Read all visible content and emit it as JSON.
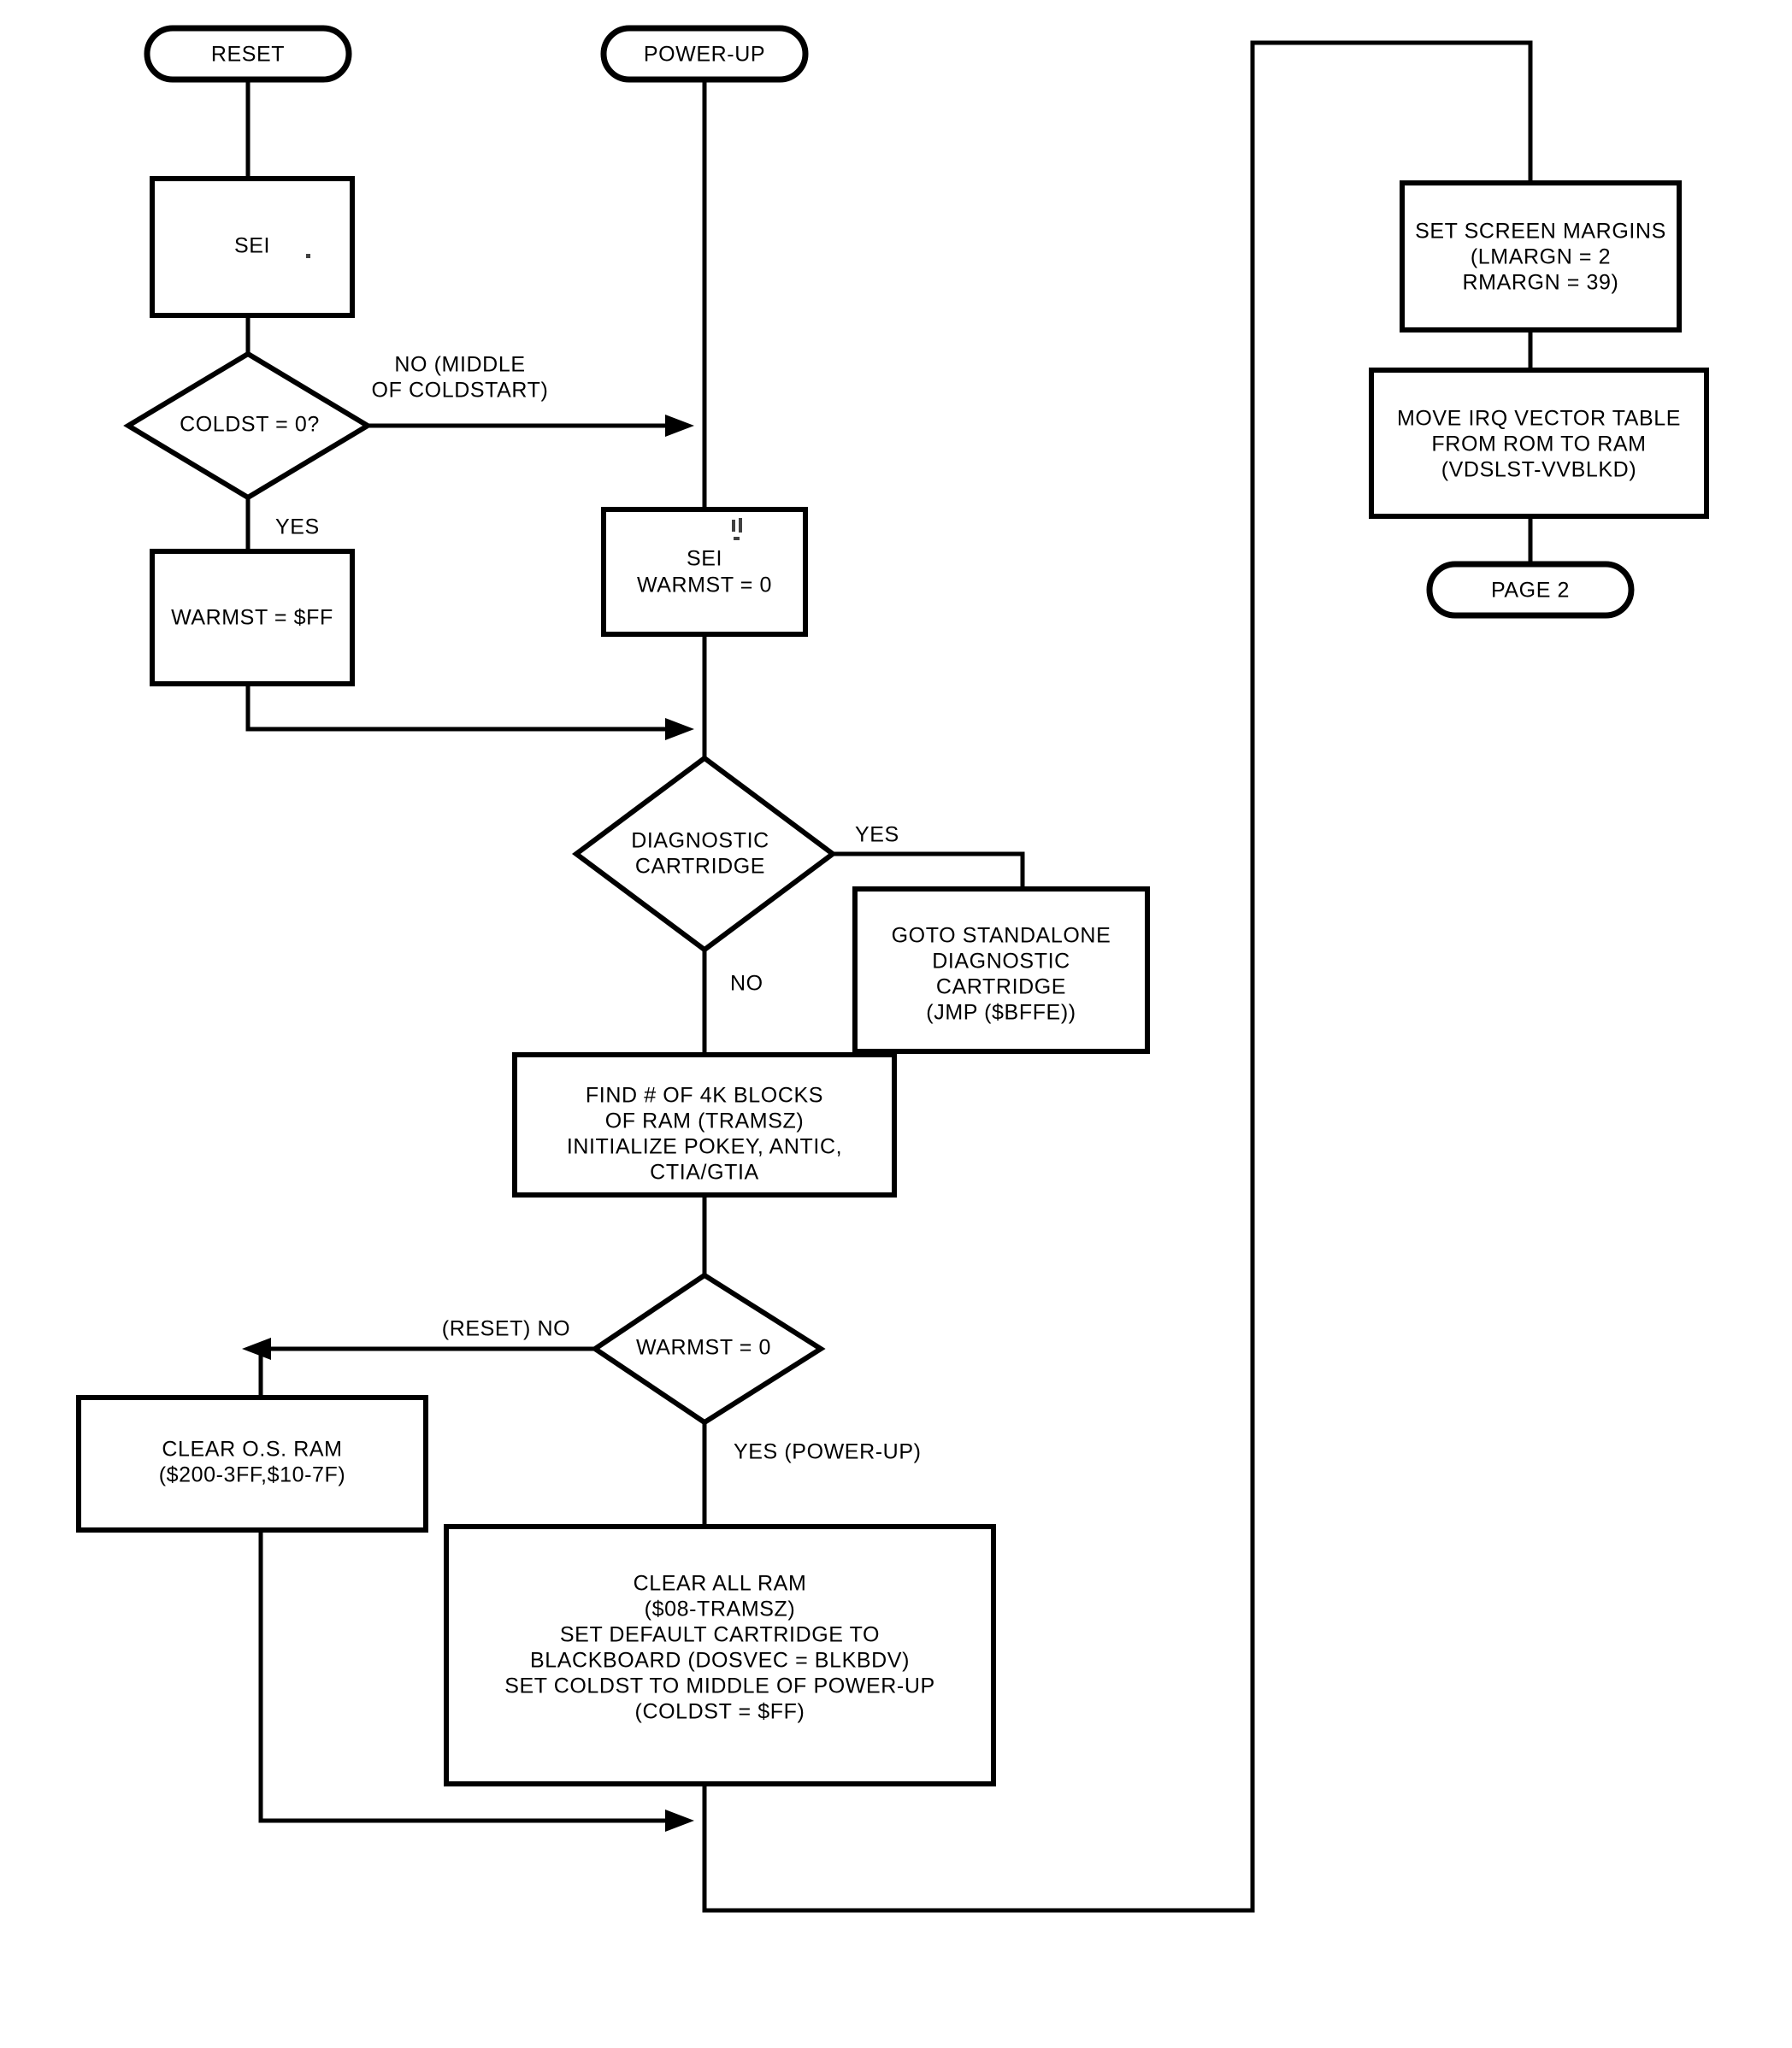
{
  "diagram": {
    "title": "Atari OS RESET / POWER-UP initialization flowchart",
    "page_ref": "PAGE 2",
    "stroke_color": "#000000",
    "background_color": "#ffffff"
  },
  "terminators": [
    {
      "id": "reset",
      "label": "RESET"
    },
    {
      "id": "powerup",
      "label": "POWER-UP"
    },
    {
      "id": "page2",
      "label": "PAGE 2"
    }
  ],
  "processes": [
    {
      "id": "sei",
      "lines": [
        "SEI"
      ]
    },
    {
      "id": "warmst_ff",
      "lines": [
        "WARMST = $FF"
      ]
    },
    {
      "id": "sei_warmst0",
      "lines": [
        "SEI",
        "WARMST = 0"
      ]
    },
    {
      "id": "goto_diag",
      "lines": [
        "GOTO STANDALONE",
        "DIAGNOSTIC",
        "CARTRIDGE",
        "(JMP ($BFFE))"
      ]
    },
    {
      "id": "find_blocks",
      "lines": [
        "FIND # OF 4K BLOCKS",
        "OF RAM (TRAMSZ)",
        "INITIALIZE POKEY, ANTIC,",
        "CTIA/GTIA"
      ]
    },
    {
      "id": "clear_os_ram",
      "lines": [
        "CLEAR O.S. RAM",
        "($200-3FF,$10-7F)"
      ]
    },
    {
      "id": "clear_all_ram",
      "lines": [
        "CLEAR ALL RAM",
        "($08-TRAMSZ)",
        "SET DEFAULT CARTRIDGE TO",
        "BLACKBOARD (DOSVEC = BLKBDV)",
        "SET COLDST TO MIDDLE OF POWER-UP",
        "(COLDST = $FF)"
      ]
    },
    {
      "id": "set_margins",
      "lines": [
        "SET SCREEN MARGINS",
        "(LMARGN = 2",
        "RMARGN = 39)"
      ]
    },
    {
      "id": "move_irq",
      "lines": [
        "MOVE IRQ VECTOR TABLE",
        "FROM ROM TO RAM",
        "(VDSLST-VVBLKD)"
      ]
    }
  ],
  "decisions": [
    {
      "id": "coldst_q",
      "lines": [
        "COLDST = 0?"
      ]
    },
    {
      "id": "diag_cart",
      "lines": [
        "DIAGNOSTIC",
        "CARTRIDGE"
      ]
    },
    {
      "id": "warmst_q",
      "lines": [
        "WARMST = 0"
      ]
    }
  ],
  "edge_labels": [
    {
      "id": "coldst_no",
      "lines": [
        "NO (MIDDLE",
        "OF COLDSTART)"
      ]
    },
    {
      "id": "coldst_yes",
      "lines": [
        "YES"
      ]
    },
    {
      "id": "diag_yes",
      "lines": [
        "YES"
      ]
    },
    {
      "id": "diag_no",
      "lines": [
        "NO"
      ]
    },
    {
      "id": "warmst_no",
      "lines": [
        "(RESET) NO"
      ]
    },
    {
      "id": "warmst_yes",
      "lines": [
        "YES (POWER-UP)"
      ]
    }
  ]
}
